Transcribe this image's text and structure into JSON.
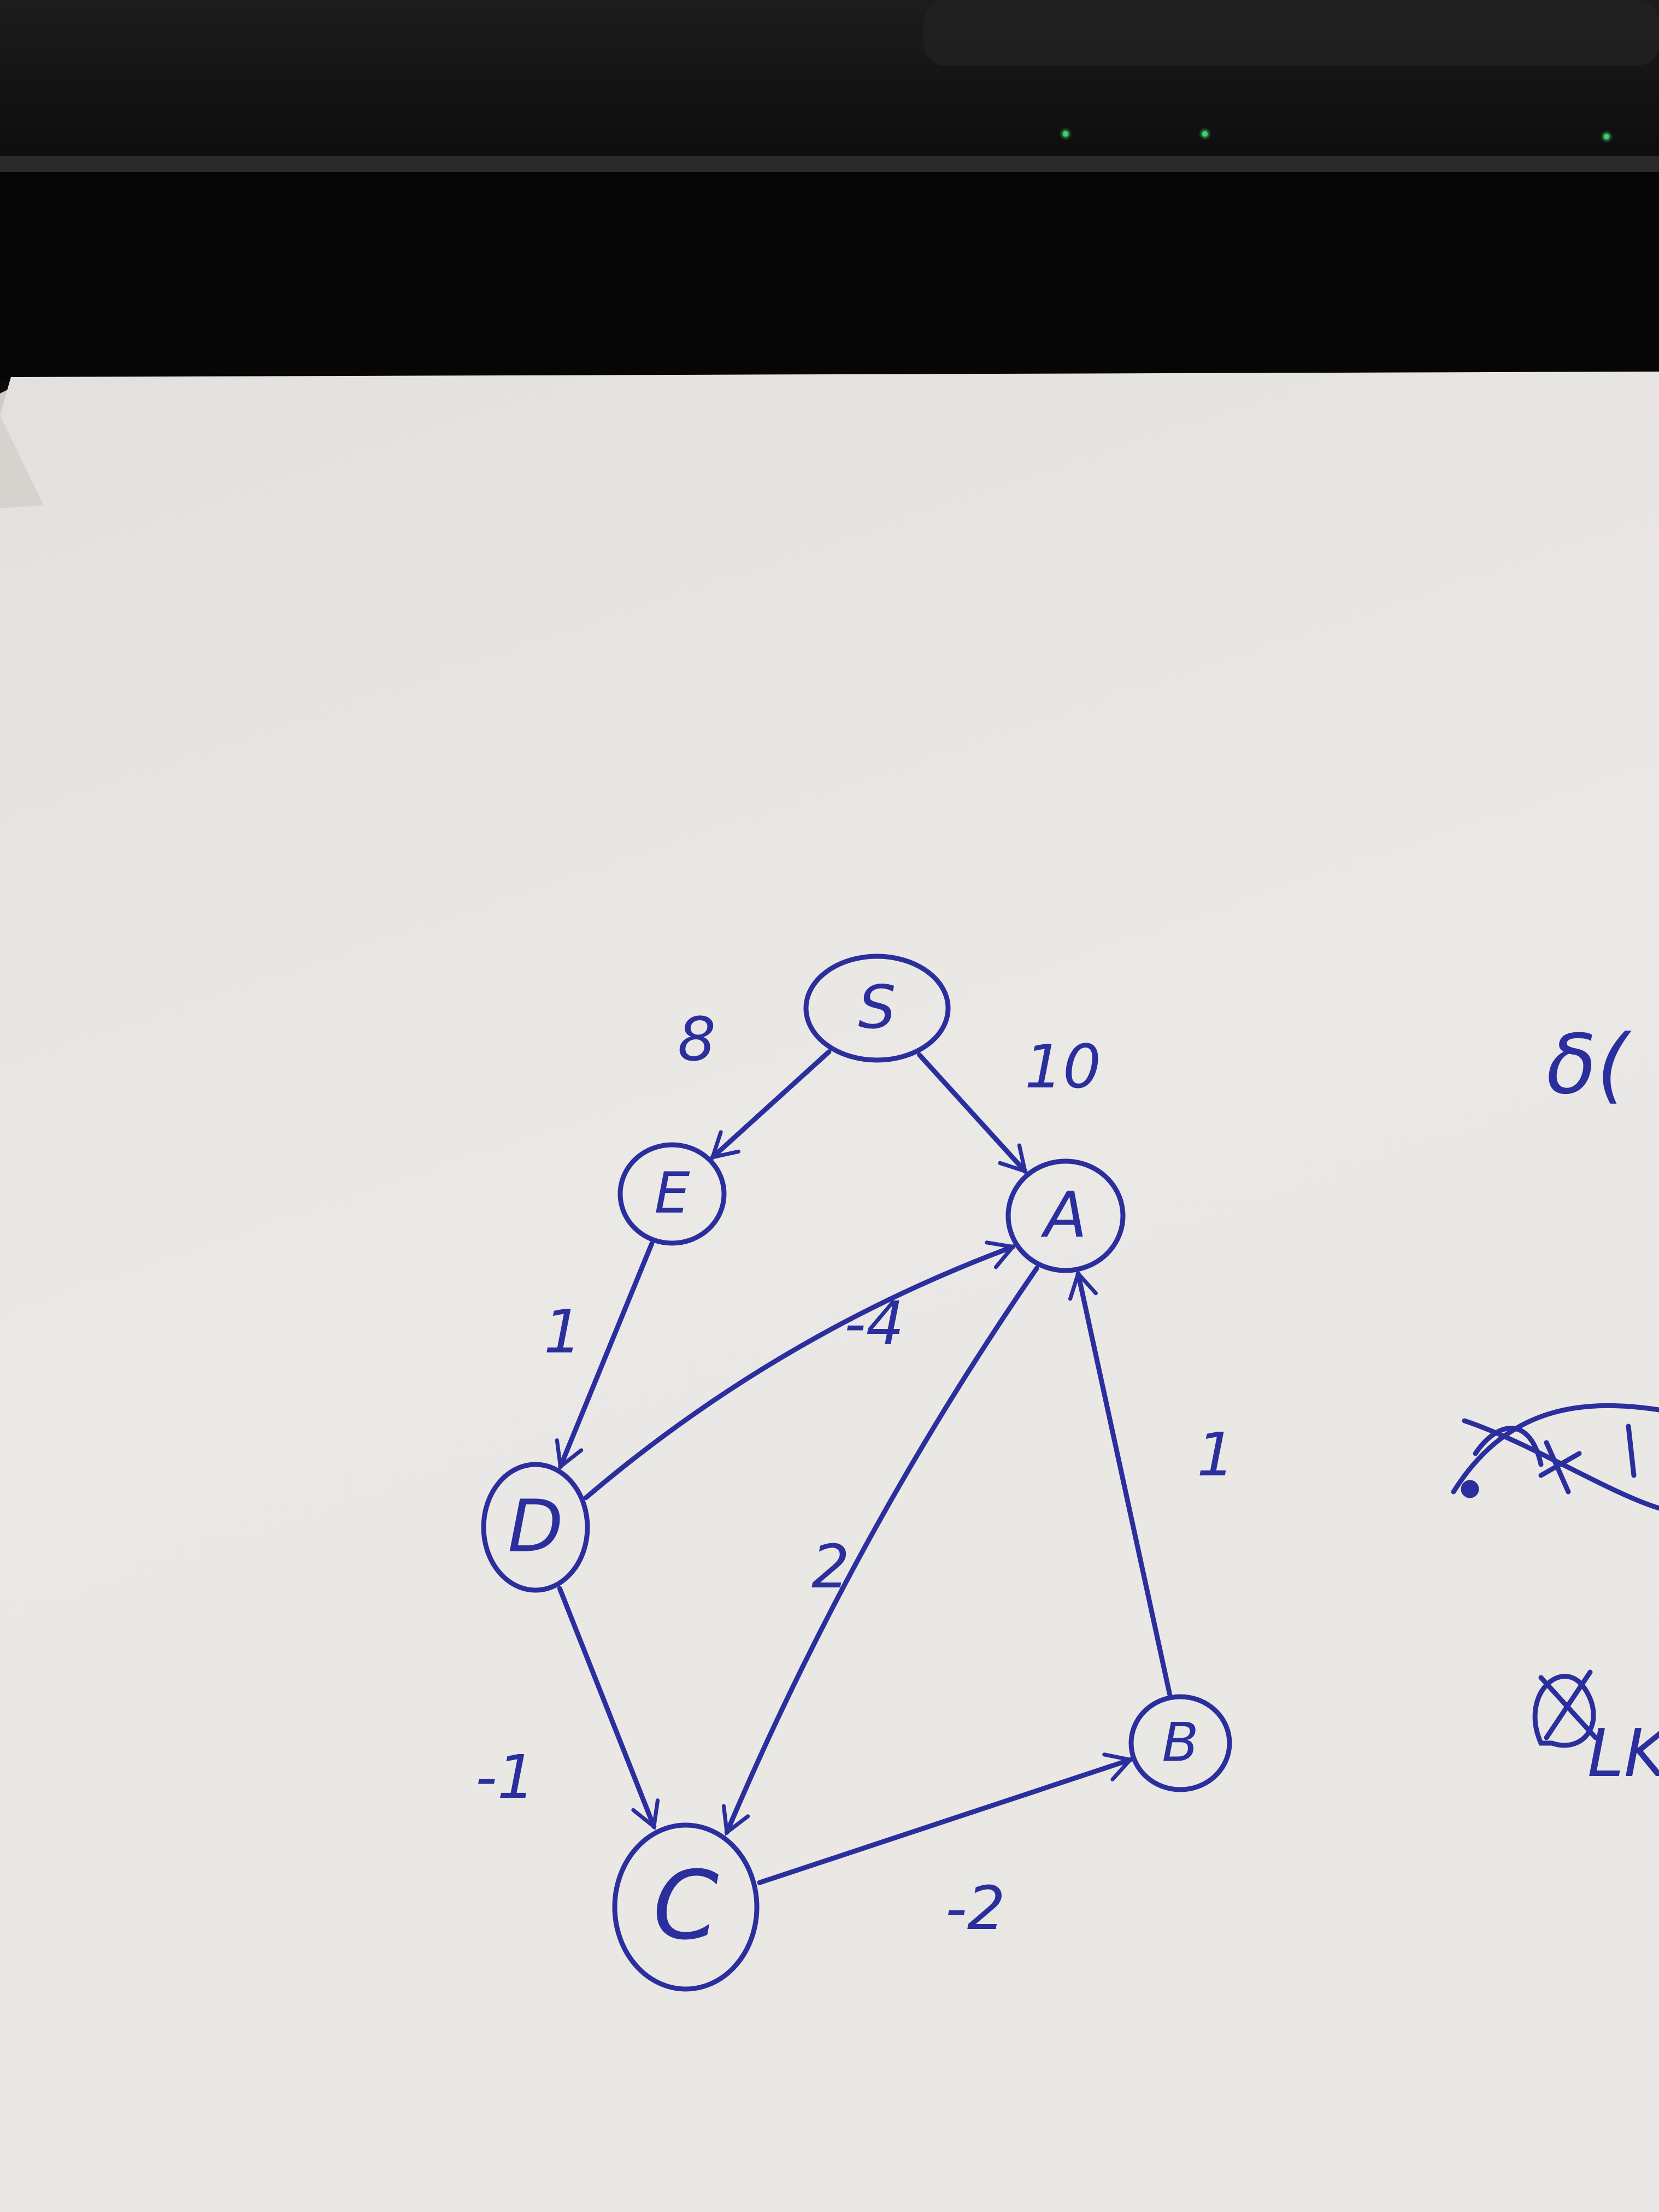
{
  "colors": {
    "ink": "#2b2f9e",
    "paper": "#ebe9e6",
    "desk": "#0b0b0b",
    "laptop": "#151515",
    "led": "#39d46a"
  },
  "graph": {
    "nodes": [
      {
        "id": "S",
        "label": "S"
      },
      {
        "id": "E",
        "label": "E"
      },
      {
        "id": "A",
        "label": "A"
      },
      {
        "id": "D",
        "label": "D"
      },
      {
        "id": "C",
        "label": "C"
      },
      {
        "id": "B",
        "label": "B"
      }
    ],
    "edges": [
      {
        "from": "S",
        "to": "E",
        "weight": "8"
      },
      {
        "from": "S",
        "to": "A",
        "weight": "10"
      },
      {
        "from": "E",
        "to": "D",
        "weight": "1"
      },
      {
        "from": "D",
        "to": "A",
        "weight": "-4"
      },
      {
        "from": "A",
        "to": "C",
        "weight": "2"
      },
      {
        "from": "D",
        "to": "C",
        "weight": "-1"
      },
      {
        "from": "C",
        "to": "B",
        "weight": "-2"
      },
      {
        "from": "B",
        "to": "A",
        "weight": "1"
      }
    ]
  },
  "margin_notes": {
    "top_right": "δ(",
    "bottom_right": "LK"
  }
}
